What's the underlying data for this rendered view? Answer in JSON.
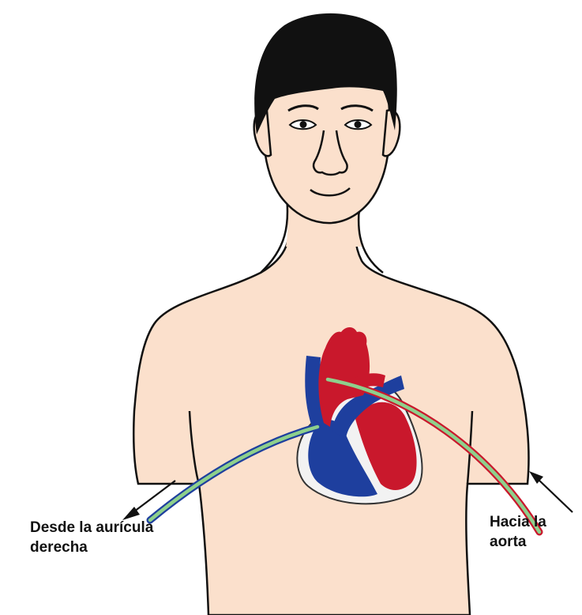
{
  "labels": {
    "from_right_atrium": [
      "Desde la aurícula",
      "derecha"
    ],
    "to_aorta": [
      "Hacia la",
      "aorta"
    ]
  },
  "colors": {
    "skin": "#fbe0cc",
    "hair": "#111111",
    "heart_red": "#c9182c",
    "heart_blue": "#1e3f9e",
    "tube_green": "#8ed08c",
    "outline": "#111111"
  },
  "icons": [
    "person-figure",
    "heart-illustration",
    "arrow-out",
    "arrow-in"
  ]
}
